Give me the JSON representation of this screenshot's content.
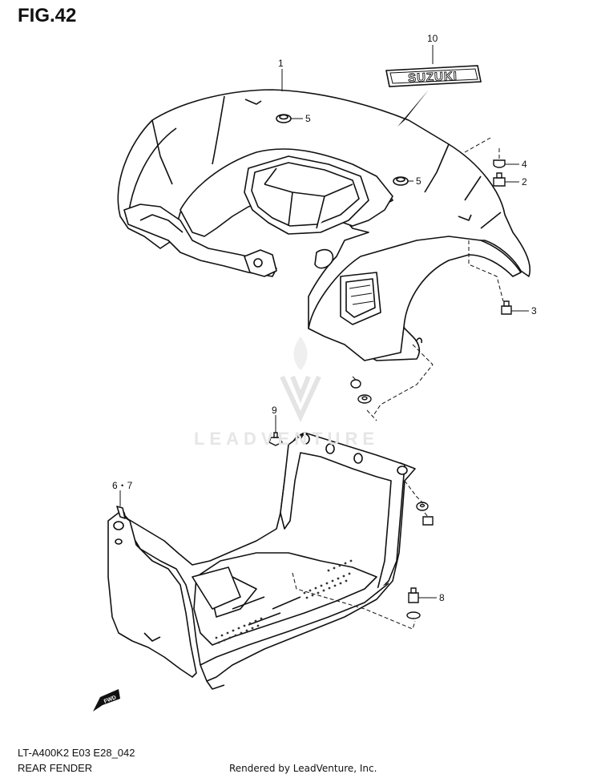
{
  "header": {
    "figure_label": "FIG.42"
  },
  "footer": {
    "model_code": "LT-A400K2 E03 E28_042",
    "diagram_name": "REAR FENDER",
    "credit": "Rendered by LeadVenture, Inc."
  },
  "watermark": {
    "text": "LEADVENTURE"
  },
  "emblem": {
    "text": "SUZUKI"
  },
  "direction_marker": {
    "text": "FWD"
  },
  "callouts": {
    "c1": "1",
    "c2": "2",
    "c3": "3",
    "c4": "4",
    "c5a": "5",
    "c5b": "5",
    "c67": "6・7",
    "c8": "8",
    "c9": "9",
    "c10": "10"
  }
}
